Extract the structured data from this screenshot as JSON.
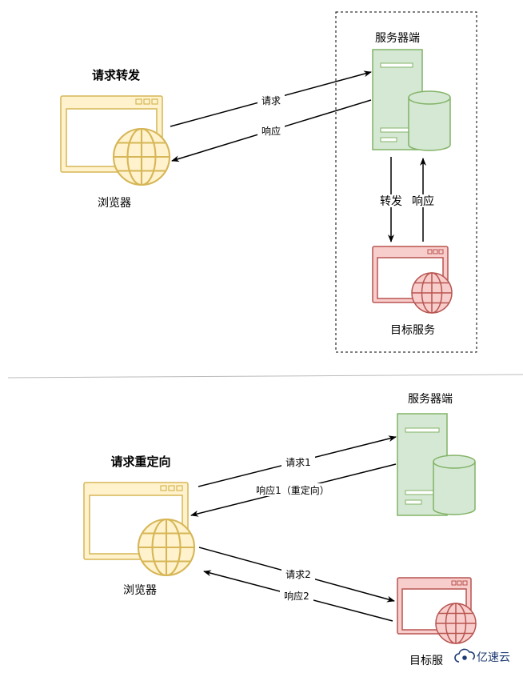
{
  "top": {
    "title": "请求转发",
    "browser_label": "浏览器",
    "server_label": "服务器端",
    "target_label": "目标服务",
    "request_label": "请求",
    "response_label": "响应",
    "forward_label": "转发",
    "inner_response_label": "响应"
  },
  "bottom": {
    "title": "请求重定向",
    "browser_label": "浏览器",
    "server_label": "服务器端",
    "target_label": "目标服",
    "request1_label": "请求1",
    "response1_label": "响应1（重定向）",
    "request2_label": "请求2",
    "response2_label": "响应2"
  },
  "watermark": "亿速云",
  "colors": {
    "browser_fill": "#fff2cc",
    "browser_stroke": "#d6b656",
    "server_fill": "#d5e8d4",
    "server_stroke": "#82b366",
    "target_fill": "#f8cecc",
    "target_stroke": "#b85450"
  }
}
